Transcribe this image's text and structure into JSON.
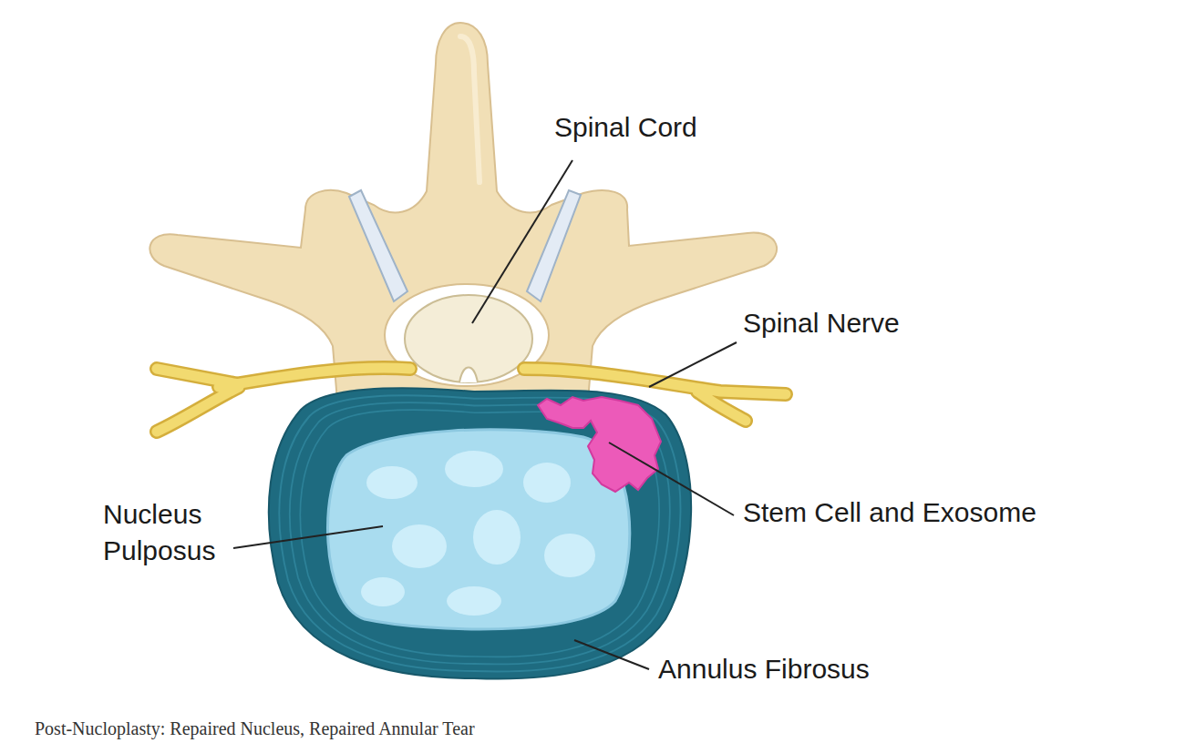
{
  "diagram": {
    "caption": "Post-Nucloplasty: Repaired Nucleus, Repaired Annular Tear",
    "labels": [
      "Spinal Cord",
      "Spinal Nerve",
      "Nucleus Pulposus",
      "Stem Cell and Exosome",
      "Annulus Fibrosus"
    ]
  }
}
